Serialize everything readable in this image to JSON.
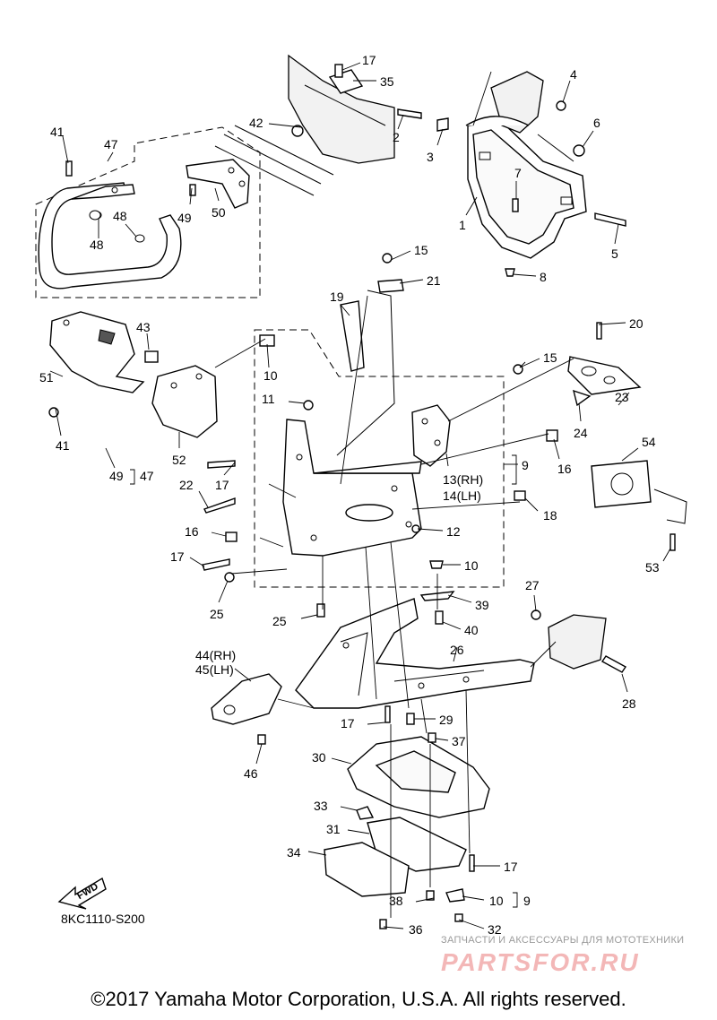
{
  "labels": {
    "l1": "1",
    "l2": "2",
    "l3": "3",
    "l4": "4",
    "l5": "5",
    "l6": "6",
    "l7": "7",
    "l8": "8",
    "l9": "9",
    "l10": "10",
    "l11": "11",
    "l12": "12",
    "l13": "13(RH)",
    "l14": "14(LH)",
    "l15": "15",
    "l16": "16",
    "l17": "17",
    "l18": "18",
    "l19": "19",
    "l20": "20",
    "l21": "21",
    "l22": "22",
    "l23": "23",
    "l24": "24",
    "l25": "25",
    "l26": "26",
    "l27": "27",
    "l28": "28",
    "l29": "29",
    "l30": "30",
    "l31": "31",
    "l32": "32",
    "l33": "33",
    "l34": "34",
    "l35": "35",
    "l36": "36",
    "l37": "37",
    "l38": "38",
    "l39": "39",
    "l40": "40",
    "l41": "41",
    "l42": "42",
    "l43": "43",
    "l44": "44(RH)",
    "l45": "45(LH)",
    "l46": "46",
    "l47": "47",
    "l48": "48",
    "l49": "49",
    "l50": "50",
    "l51": "51",
    "l52": "52",
    "l53": "53",
    "l54": "54"
  },
  "fwd_label": "FWD",
  "drawing_code": "8KC1110-S200",
  "copyright": "©2017 Yamaha Motor Corporation, U.S.A. All rights reserved.",
  "watermark": {
    "tagline": "ЗАПЧАСТИ И АКСЕССУАРЫ ДЛЯ МОТОТЕХНИКИ",
    "brand": "PARTSFOR.RU"
  }
}
